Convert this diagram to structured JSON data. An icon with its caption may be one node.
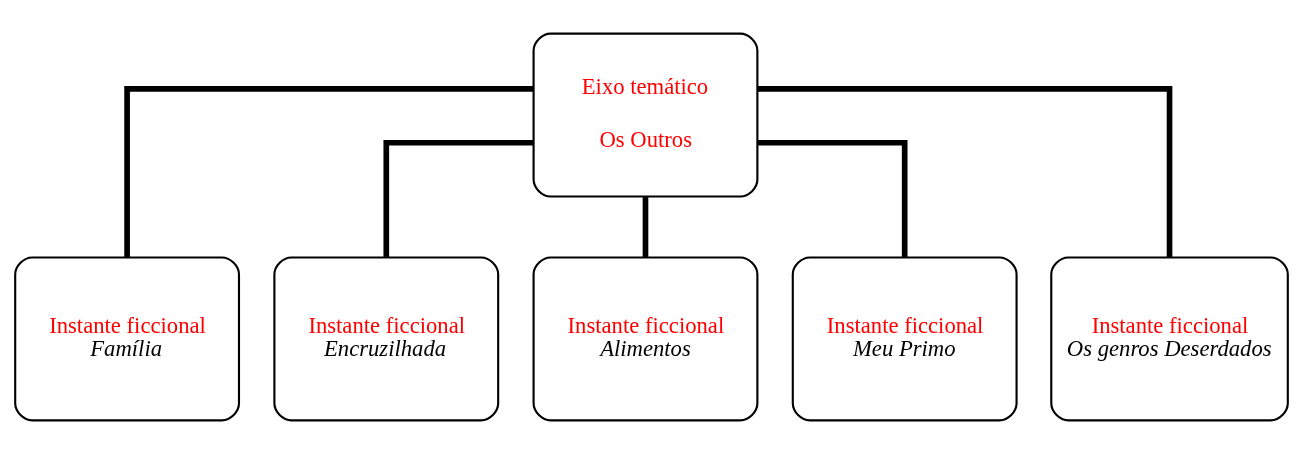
{
  "diagram": {
    "nodes": [
      {
        "text": [
          "Eixo temático",
          "Os Outros"
        ]
      },
      {
        "text": [
          "Instante ficcional",
          "Família"
        ]
      },
      {
        "text": [
          "Instante ficcional",
          "Encruzilhada"
        ]
      },
      {
        "text": [
          "Instante ficcional",
          "Alimentos"
        ]
      },
      {
        "text": [
          "Instante ficcional",
          "Meu Primo"
        ]
      },
      {
        "text": [
          "Instante ficcional",
          "Os genros Deserdados"
        ]
      }
    ],
    "edges": [
      {
        "from": 0,
        "to": 1,
        "arrow": "none"
      },
      {
        "from": 0,
        "to": 2,
        "arrow": "none"
      },
      {
        "from": 0,
        "to": 3,
        "arrow": "none"
      },
      {
        "from": 0,
        "to": 4,
        "arrow": "none"
      },
      {
        "from": 0,
        "to": 5,
        "arrow": "none"
      }
    ]
  }
}
